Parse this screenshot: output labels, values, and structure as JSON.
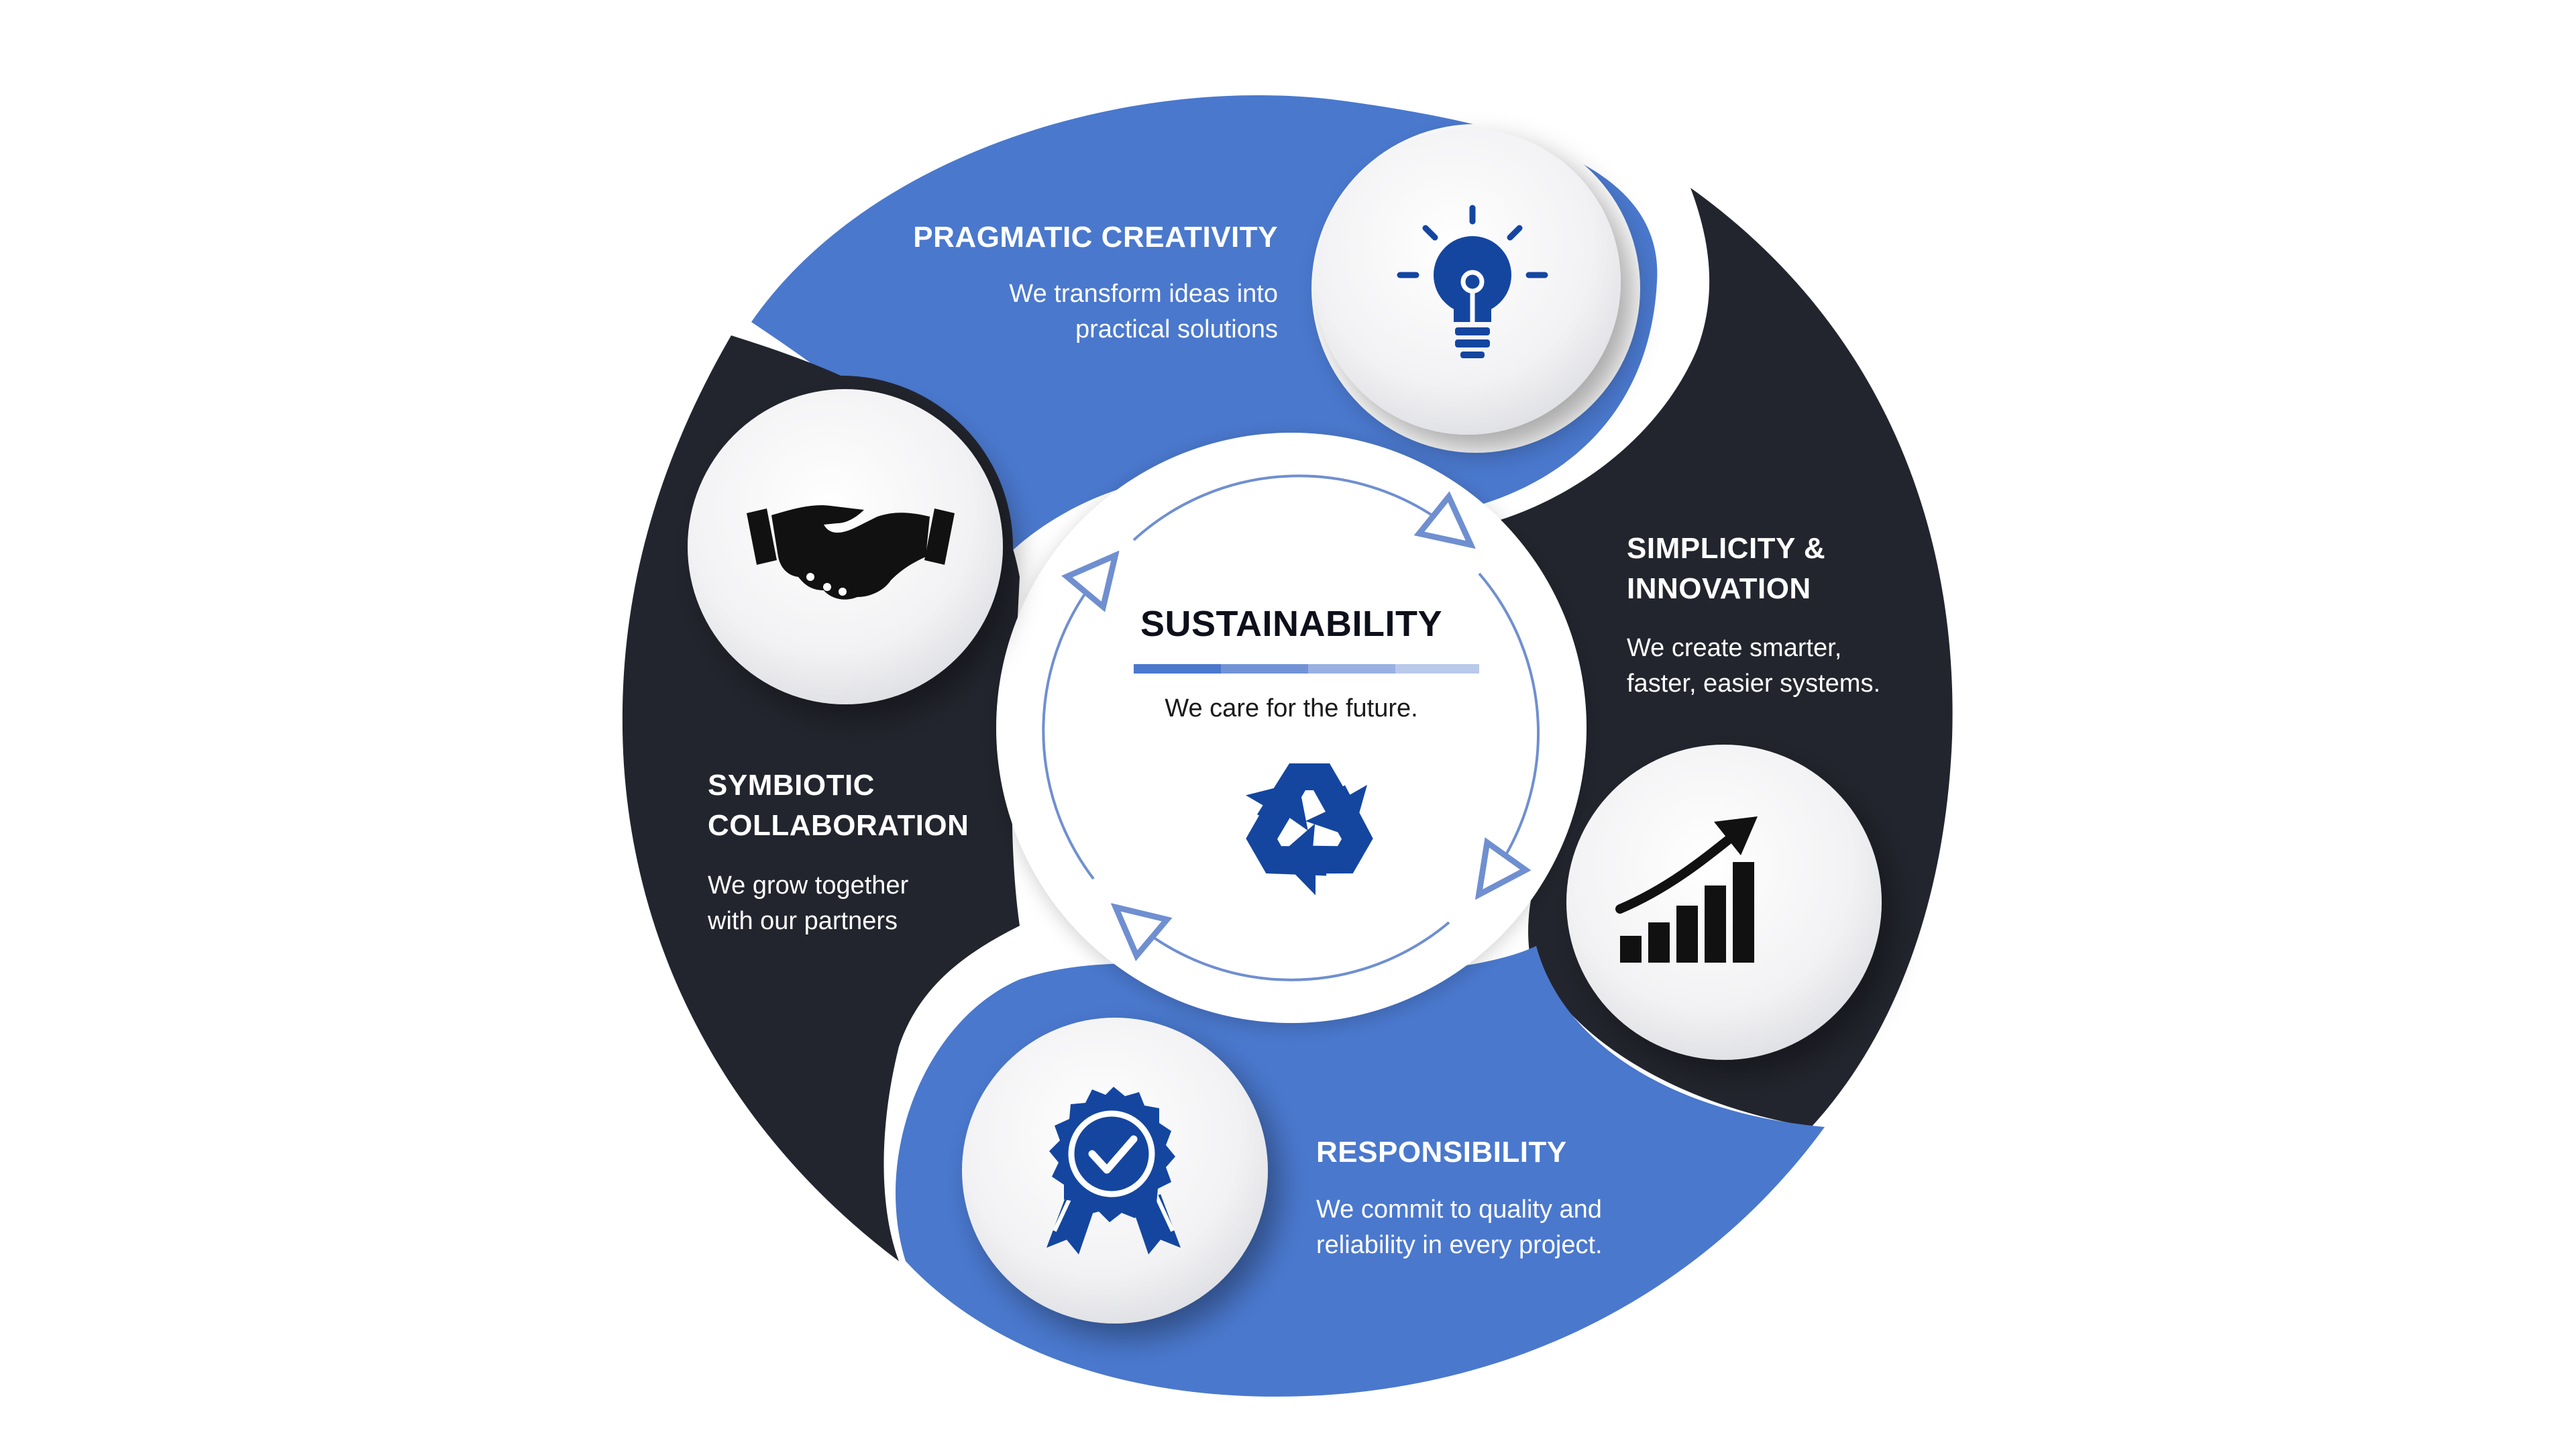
{
  "center": {
    "title": "SUSTAINABILITY",
    "subtitle": "We care for the future.",
    "icon": "recycle-icon"
  },
  "segments": [
    {
      "id": "pragmatic-creativity",
      "title_lines": [
        "PRAGMATIC CREATIVITY"
      ],
      "body_lines": [
        "We transform ideas into",
        "practical solutions"
      ],
      "icon": "lightbulb-icon",
      "color": "#4a78cd"
    },
    {
      "id": "simplicity-innovation",
      "title_lines": [
        "SIMPLICITY &",
        "INNOVATION"
      ],
      "body_lines": [
        "We create smarter,",
        "faster, easier systems."
      ],
      "icon": "growth-chart-icon",
      "color": "#23252e"
    },
    {
      "id": "responsibility",
      "title_lines": [
        "RESPONSIBILITY"
      ],
      "body_lines": [
        "We commit to quality and",
        "reliability in every project."
      ],
      "icon": "quality-badge-icon",
      "color": "#4a78cd"
    },
    {
      "id": "symbiotic-collaboration",
      "title_lines": [
        "SYMBIOTIC",
        "COLLABORATION"
      ],
      "body_lines": [
        "We grow together",
        "with our partners"
      ],
      "icon": "handshake-icon",
      "color": "#23252e"
    }
  ],
  "colors": {
    "blue": "#4a78cd",
    "dark": "#23252e",
    "icon_blue": "#1446a0",
    "icon_dark": "#111111"
  }
}
